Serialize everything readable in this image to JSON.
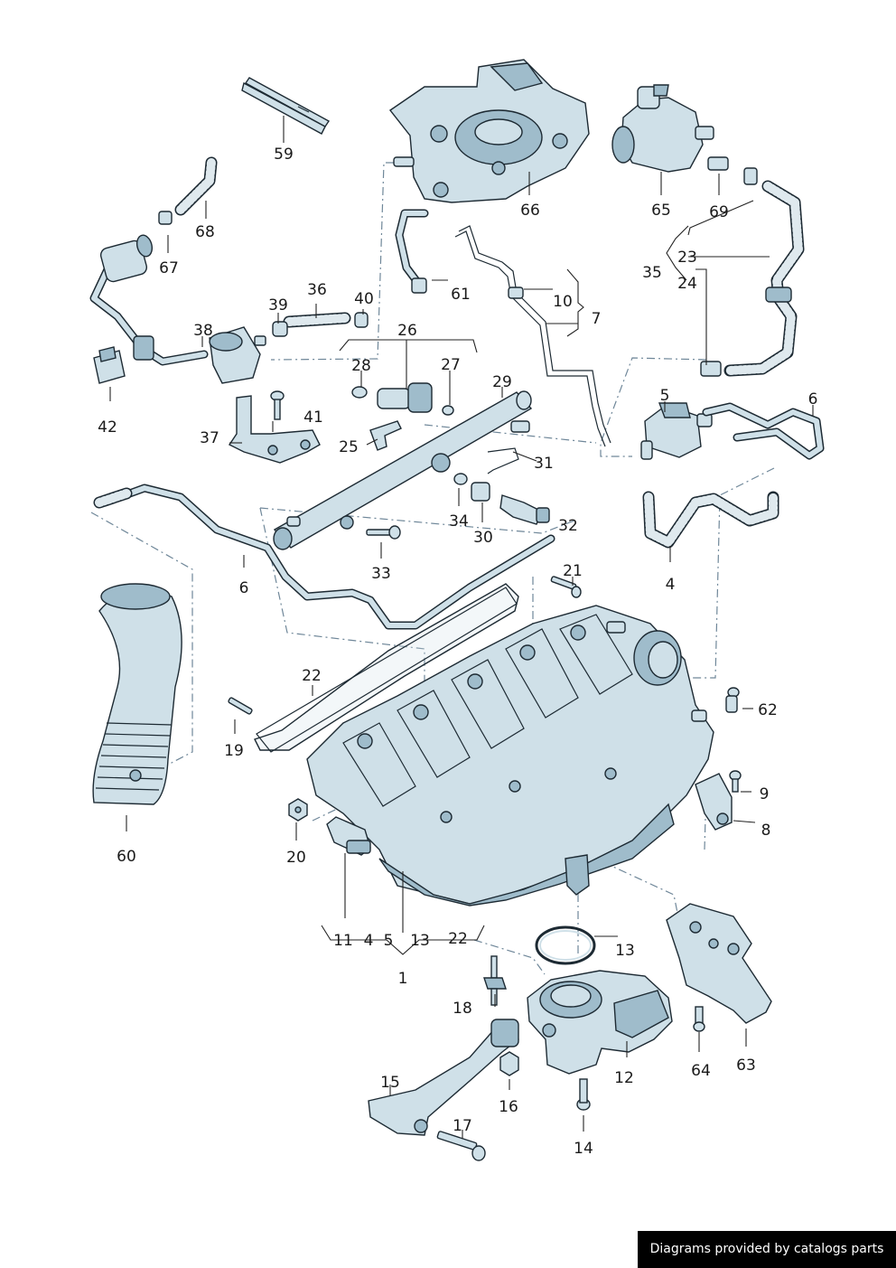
{
  "labels": {
    "l1": "1",
    "l4a": "4",
    "l4b": "4",
    "l5a": "5",
    "l5b": "5",
    "l6a": "6",
    "l6b": "6",
    "l7": "7",
    "l8": "8",
    "l9": "9",
    "l10": "10",
    "l11": "11",
    "l12": "12",
    "l13a": "13",
    "l13b": "13",
    "l14": "14",
    "l15": "15",
    "l16": "16",
    "l17": "17",
    "l18": "18",
    "l19": "19",
    "l20": "20",
    "l21": "21",
    "l22a": "22",
    "l22b": "22",
    "l23": "23",
    "l24": "24",
    "l25": "25",
    "l26": "26",
    "l27": "27",
    "l28": "28",
    "l29": "29",
    "l30": "30",
    "l31": "31",
    "l32": "32",
    "l33": "33",
    "l34": "34",
    "l35": "35",
    "l36": "36",
    "l37": "37",
    "l38": "38",
    "l39": "39",
    "l40": "40",
    "l41": "41",
    "l42": "42",
    "l59": "59",
    "l60": "60",
    "l61": "61",
    "l62": "62",
    "l63": "63",
    "l64": "64",
    "l65": "65",
    "l66": "66",
    "l67": "67",
    "l68": "68",
    "l69": "69"
  },
  "footer": {
    "text": "Diagrams provided by catalogs parts"
  }
}
